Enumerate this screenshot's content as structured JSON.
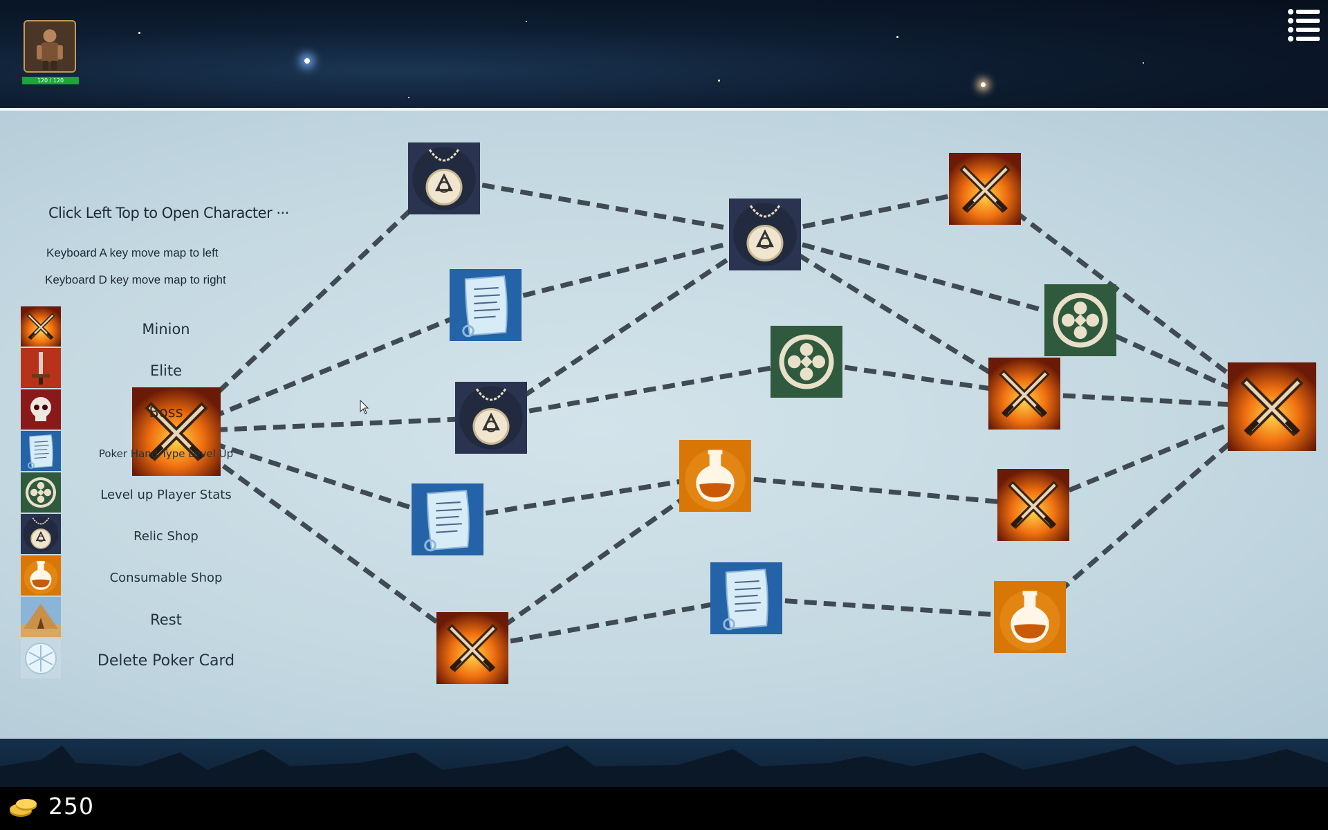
{
  "player": {
    "hp_text": "120 / 120"
  },
  "help": {
    "line1": "Click Left Top to Open Character ···",
    "line2": "Keyboard A key move map to left",
    "line3": "Keyboard D key move map to right"
  },
  "legend": [
    {
      "label": "Minion",
      "icon": "crossed-swords-icon"
    },
    {
      "label": "Elite",
      "icon": "sword-icon"
    },
    {
      "label": "Boss",
      "icon": "skull-icon"
    },
    {
      "label": "Poker Hand Type Level Up",
      "icon": "scroll-icon"
    },
    {
      "label": "Level up Player Stats",
      "icon": "clover-icon"
    },
    {
      "label": "Relic Shop",
      "icon": "amulet-icon"
    },
    {
      "label": "Consumable Shop",
      "icon": "potion-icon"
    },
    {
      "label": "Rest",
      "icon": "tent-icon"
    },
    {
      "label": "Delete Poker Card",
      "icon": "snowflake-icon"
    }
  ],
  "currency": {
    "gold": "250",
    "icon": "coin-stack-icon"
  },
  "map": {
    "nodes": [
      {
        "id": "start",
        "type": "minion"
      },
      {
        "id": "n1",
        "type": "relic"
      },
      {
        "id": "n2",
        "type": "scroll"
      },
      {
        "id": "n3",
        "type": "relic"
      },
      {
        "id": "n4",
        "type": "scroll"
      },
      {
        "id": "n5",
        "type": "minion"
      },
      {
        "id": "n6",
        "type": "relic"
      },
      {
        "id": "n7",
        "type": "stats"
      },
      {
        "id": "n8",
        "type": "consumable"
      },
      {
        "id": "n9",
        "type": "scroll"
      },
      {
        "id": "n10",
        "type": "minion"
      },
      {
        "id": "n11",
        "type": "stats"
      },
      {
        "id": "n12",
        "type": "minion"
      },
      {
        "id": "n13",
        "type": "minion"
      },
      {
        "id": "n14",
        "type": "consumable"
      },
      {
        "id": "n15",
        "type": "minion"
      }
    ],
    "edges": [
      [
        "start",
        "n1"
      ],
      [
        "start",
        "n2"
      ],
      [
        "start",
        "n3"
      ],
      [
        "start",
        "n4"
      ],
      [
        "start",
        "n5"
      ],
      [
        "n1",
        "n6"
      ],
      [
        "n2",
        "n6"
      ],
      [
        "n3",
        "n6"
      ],
      [
        "n3",
        "n7"
      ],
      [
        "n4",
        "n8"
      ],
      [
        "n5",
        "n8"
      ],
      [
        "n5",
        "n9"
      ],
      [
        "n6",
        "n10"
      ],
      [
        "n6",
        "n11"
      ],
      [
        "n6",
        "n12"
      ],
      [
        "n7",
        "n12"
      ],
      [
        "n8",
        "n13"
      ],
      [
        "n9",
        "n14"
      ],
      [
        "n10",
        "n15"
      ],
      [
        "n11",
        "n15"
      ],
      [
        "n12",
        "n15"
      ],
      [
        "n13",
        "n15"
      ],
      [
        "n14",
        "n15"
      ]
    ]
  },
  "colors": {
    "minion_bg": "#c2410c",
    "relic_bg": "#2a3450",
    "scroll_bg": "#2563a8",
    "stats_bg": "#2f5a3e",
    "consumable_bg": "#d97706",
    "path": "#3f4a52"
  }
}
